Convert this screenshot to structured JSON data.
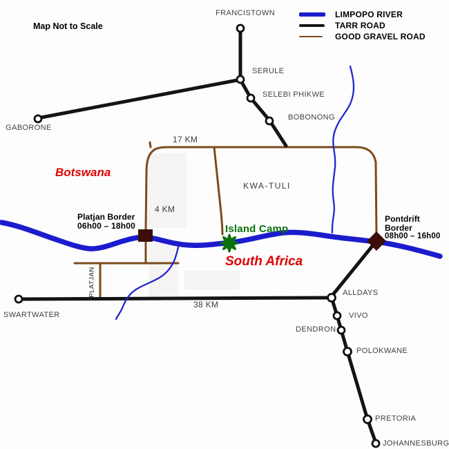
{
  "map_note": "Map Not to Scale",
  "legend": {
    "items": [
      {
        "name": "limpopo-river",
        "label": "LIMPOPO RIVER",
        "color": "#1c1ccd"
      },
      {
        "name": "tarr-road",
        "label": "TARR ROAD",
        "color": "#141414"
      },
      {
        "name": "good-gravel-road",
        "label": "GOOD GRAVEL ROAD",
        "color": "#7c4a1d"
      }
    ]
  },
  "regions": {
    "botswana": "Botswana",
    "south_africa": "South Africa"
  },
  "towns": [
    {
      "name": "francistown",
      "label": "FRANCISTOWN"
    },
    {
      "name": "serule",
      "label": "SERULE"
    },
    {
      "name": "selebi-phikwe",
      "label": "SELEBI PHIKWE"
    },
    {
      "name": "bobonong",
      "label": "BOBONONG"
    },
    {
      "name": "gaborone",
      "label": "GABORONE"
    },
    {
      "name": "swartwater",
      "label": "SWARTWATER"
    },
    {
      "name": "alldays",
      "label": "ALLDAYS"
    },
    {
      "name": "vivo",
      "label": "VIVO"
    },
    {
      "name": "dendron",
      "label": "DENDRON"
    },
    {
      "name": "polokwane",
      "label": "POLOKWANE"
    },
    {
      "name": "pretoria",
      "label": "PRETORIA"
    },
    {
      "name": "johannesburg",
      "label": "JOHANNESBURG"
    }
  ],
  "borders": {
    "platjan": {
      "title": "Platjan Border",
      "hours": "06h00 – 18h00"
    },
    "pontdrift": {
      "title_line1": "Pontdrift",
      "title_line2": "Border",
      "hours": "08h00 – 16h00"
    }
  },
  "camp": {
    "label": "Island Camp"
  },
  "areas": {
    "kwa_tuli": "KWA-TULI",
    "platjan_road": "PLATJAN"
  },
  "distances": {
    "d17": "17 KM",
    "d4": "4 KM",
    "d38": "38 KM"
  },
  "colors": {
    "river": "#1c1ccd",
    "tar_road": "#141414",
    "gravel_road": "#7c4a1d",
    "border_marker": "#3c0d09",
    "camp_green": "#0d710d",
    "country_red": "#e00000"
  }
}
